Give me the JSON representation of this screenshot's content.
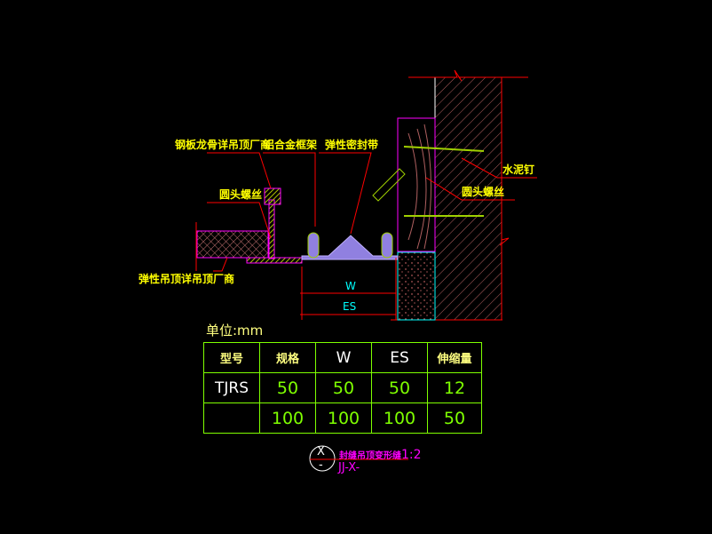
{
  "labels": {
    "steel_keel": "钢板龙骨详吊顶厂商",
    "aluminum_frame": "铝合金框架",
    "elastic_seal": "弹性密封带",
    "round_screw_left": "圆头螺丝",
    "elastic_ceiling": "弹性吊顶详吊顶厂商",
    "cement_nail": "水泥钉",
    "round_screw_right": "圆头螺丝"
  },
  "dimensions": {
    "w": "W",
    "es": "ES"
  },
  "unit": "单位:mm",
  "table": {
    "headers": [
      "型号",
      "规格",
      "W",
      "ES",
      "伸缩量"
    ],
    "rows": [
      [
        "TJRS",
        "50",
        "50",
        "50",
        "12"
      ],
      [
        "",
        "100",
        "100",
        "100",
        "50"
      ]
    ]
  },
  "title_block": {
    "symbol_top": "X",
    "symbol_bottom": "-",
    "title": "封缝吊顶变形缝",
    "scale": "1:2",
    "code": "JJ-X-"
  }
}
